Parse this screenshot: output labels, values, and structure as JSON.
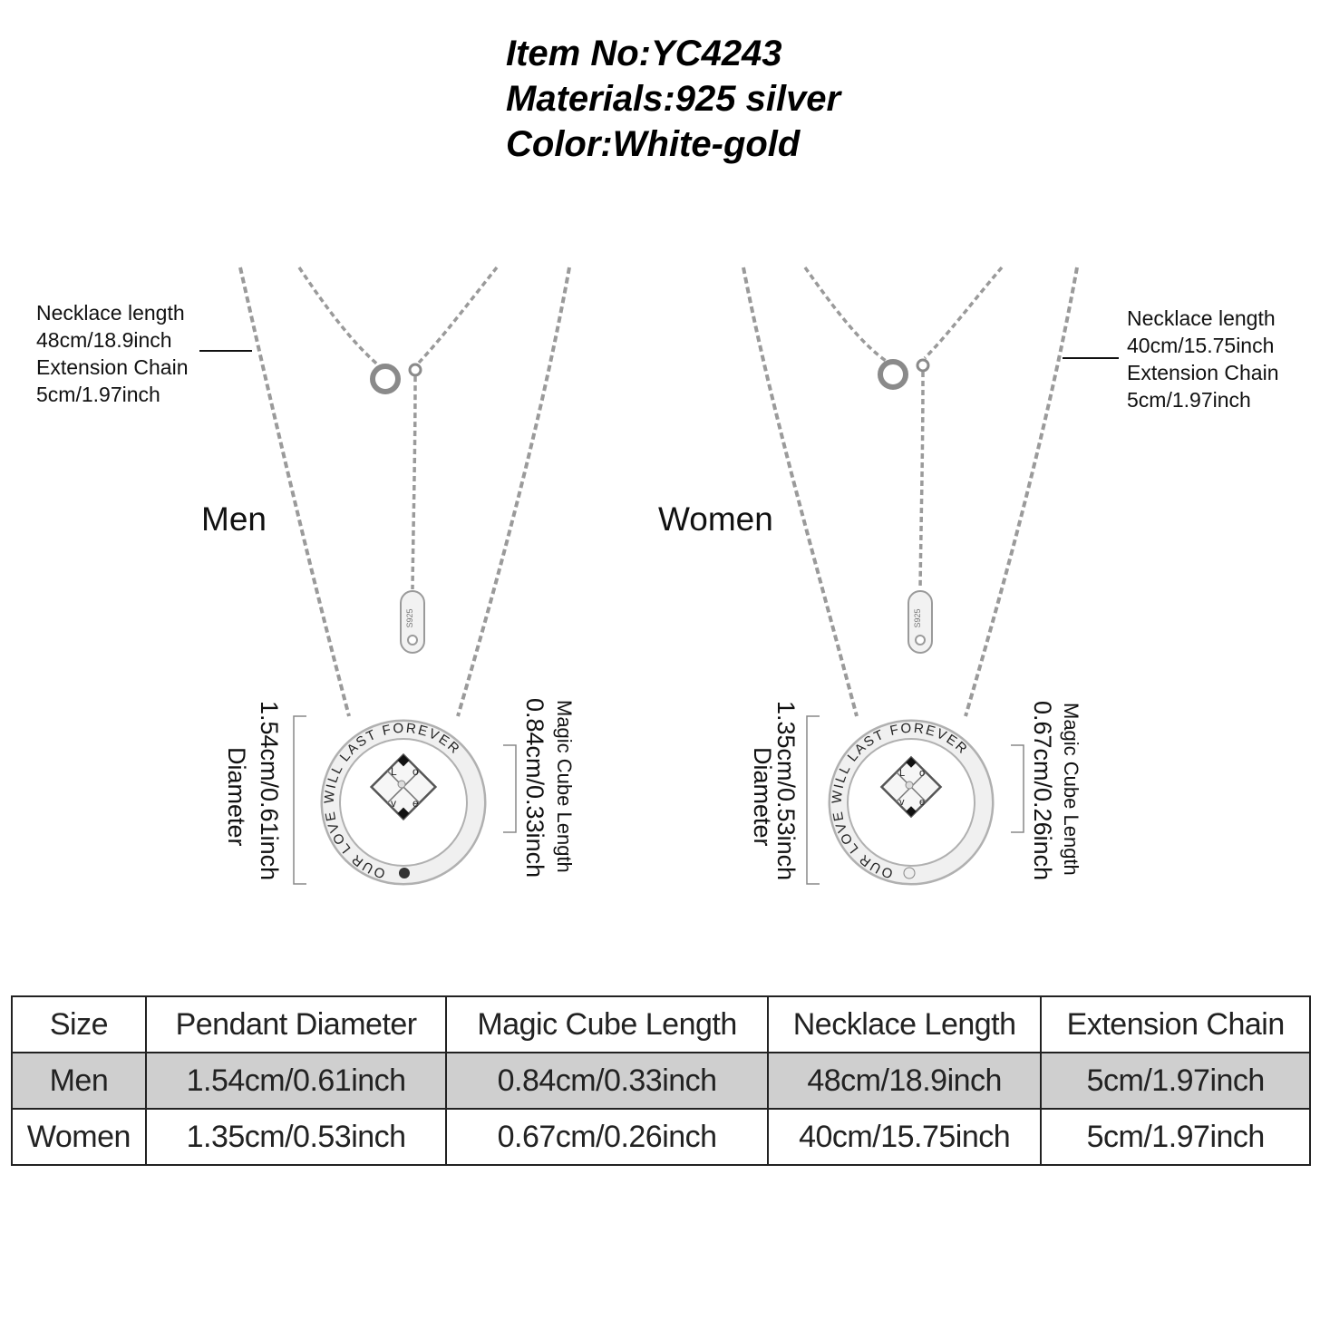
{
  "header": {
    "item_no": "Item No:YC4243",
    "materials": "Materials:925 silver",
    "color": "Color:White-gold"
  },
  "men": {
    "label": "Men",
    "spec_lines": [
      "Necklace length",
      "48cm/18.9inch",
      "Extension Chain",
      "5cm/1.97inch"
    ],
    "diameter_value": "1.54cm/0.61inch",
    "diameter_label": "Diameter",
    "cube_label": "Magic Cube Length",
    "cube_value": "0.84cm/0.33inch"
  },
  "women": {
    "label": "Women",
    "spec_lines": [
      "Necklace length",
      "40cm/15.75inch",
      "Extension Chain",
      "5cm/1.97inch"
    ],
    "diameter_value": "1.35cm/0.53inch",
    "diameter_label": "Diameter",
    "cube_label": "Magic Cube Length",
    "cube_value": "0.67cm/0.26inch"
  },
  "pendant": {
    "engraving": "OUR LOVE WILL LAST FOREVER",
    "tag": "S925",
    "cube_letters": [
      "L",
      "o",
      "v",
      "e"
    ]
  },
  "table": {
    "headers": [
      "Size",
      "Pendant Diameter",
      "Magic Cube Length",
      "Necklace Length",
      "Extension Chain"
    ],
    "rows": [
      [
        "Men",
        "1.54cm/0.61inch",
        "0.84cm/0.33inch",
        "48cm/18.9inch",
        "5cm/1.97inch"
      ],
      [
        "Women",
        "1.35cm/0.53inch",
        "0.67cm/0.26inch",
        "40cm/15.75inch",
        "5cm/1.97inch"
      ]
    ]
  },
  "colors": {
    "silver": "#9a9a9a",
    "silver_light": "#e6e6e6",
    "text": "#111111",
    "men_row_bg": "#cfcfcf"
  }
}
